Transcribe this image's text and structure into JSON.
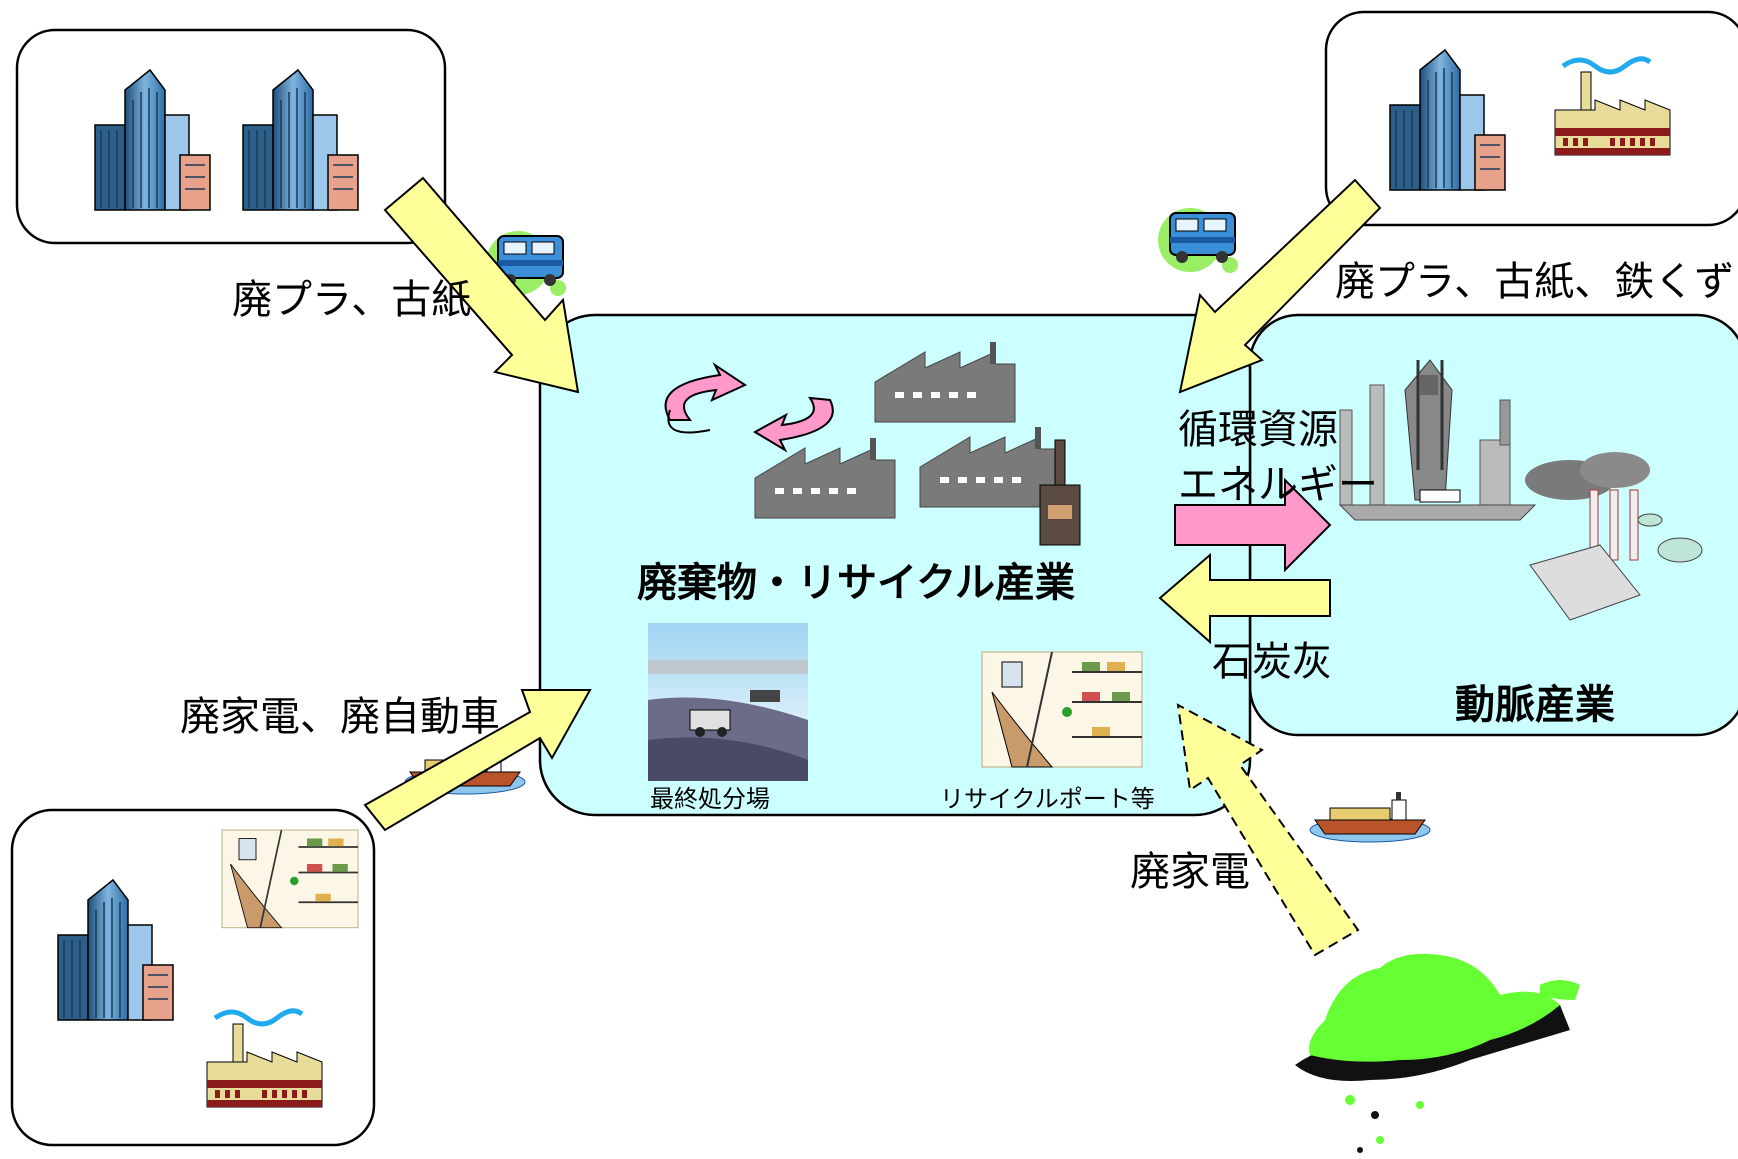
{
  "labels": {
    "top_left_flow": "廃プラ、古紙",
    "top_right_flow": "廃プラ、古紙、鉄くず",
    "bottom_left_flow": "廃家電、廃自動車",
    "bottom_right_flow": "廃家電",
    "center_title": "廃棄物・リサイクル産業",
    "landfill": "最終処分場",
    "recycle_port": "リサイクルポート等",
    "resources_line1": "循環資源",
    "resources_line2": "エネルギー",
    "coal_ash": "石炭灰",
    "arterial_industry": "動脈産業"
  },
  "colors": {
    "center_box_fill": "#ccffff",
    "arrow_yellow": "#ffff99",
    "arrow_pink": "#ff99cc",
    "island_green": "#66ff33"
  },
  "icons": [
    "building-icon",
    "factory-icon",
    "train-icon",
    "ship-icon",
    "port-icon",
    "landfill-icon",
    "steel-mill-icon",
    "recycle-arrows-icon",
    "island-icon"
  ]
}
